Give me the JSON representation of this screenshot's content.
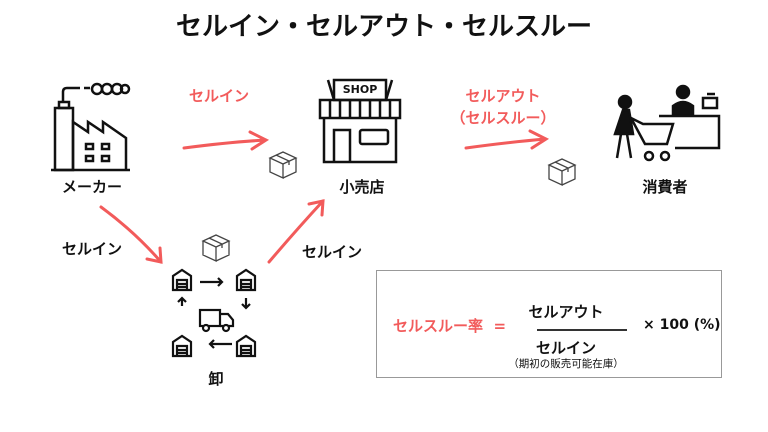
{
  "title": "セルイン・セルアウト・セルスルー",
  "nodes": {
    "maker": "メーカー",
    "retailer": "小売店",
    "consumer": "消費者",
    "wholesaler": "卸",
    "shop_sign": "SHOP"
  },
  "flows": {
    "maker_to_retailer": "セルイン",
    "retailer_to_consumer_line1": "セルアウト",
    "retailer_to_consumer_line2": "（セルスルー）",
    "maker_to_wholesaler": "セルイン",
    "wholesaler_to_retailer": "セルイン"
  },
  "formula": {
    "lhs": "セルスルー率",
    "equals": "=",
    "numerator": "セルアウト",
    "denominator": "セルイン",
    "denominator_note": "（期初の販売可能在庫）",
    "multiplier": "× 100 (%)"
  },
  "colors": {
    "accent": "#f25b5b",
    "text": "#111111"
  }
}
